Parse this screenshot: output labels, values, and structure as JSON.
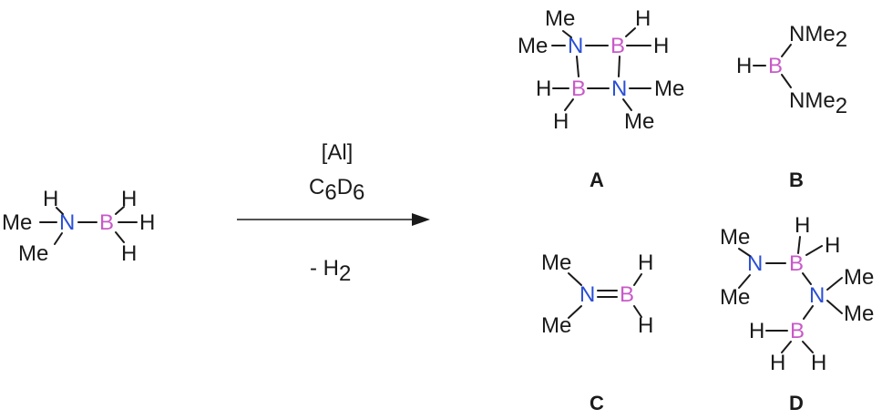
{
  "atoms": {
    "me": "Me",
    "n": "N",
    "b": "B",
    "h": "H",
    "nme": "NMe",
    "two": "2"
  },
  "reaction": {
    "catalyst": "[Al]",
    "solvent_c": "C",
    "solvent_d": "D",
    "solvent_sub": "6",
    "byproduct": "- H",
    "byproduct_sub": "2"
  },
  "labels": {
    "A": "A",
    "B": "B",
    "C": "C",
    "D": "D"
  },
  "colors": {
    "boron": "#c85ac8",
    "nitrogen": "#2a4fd6",
    "bond": "#1a1a1a"
  }
}
